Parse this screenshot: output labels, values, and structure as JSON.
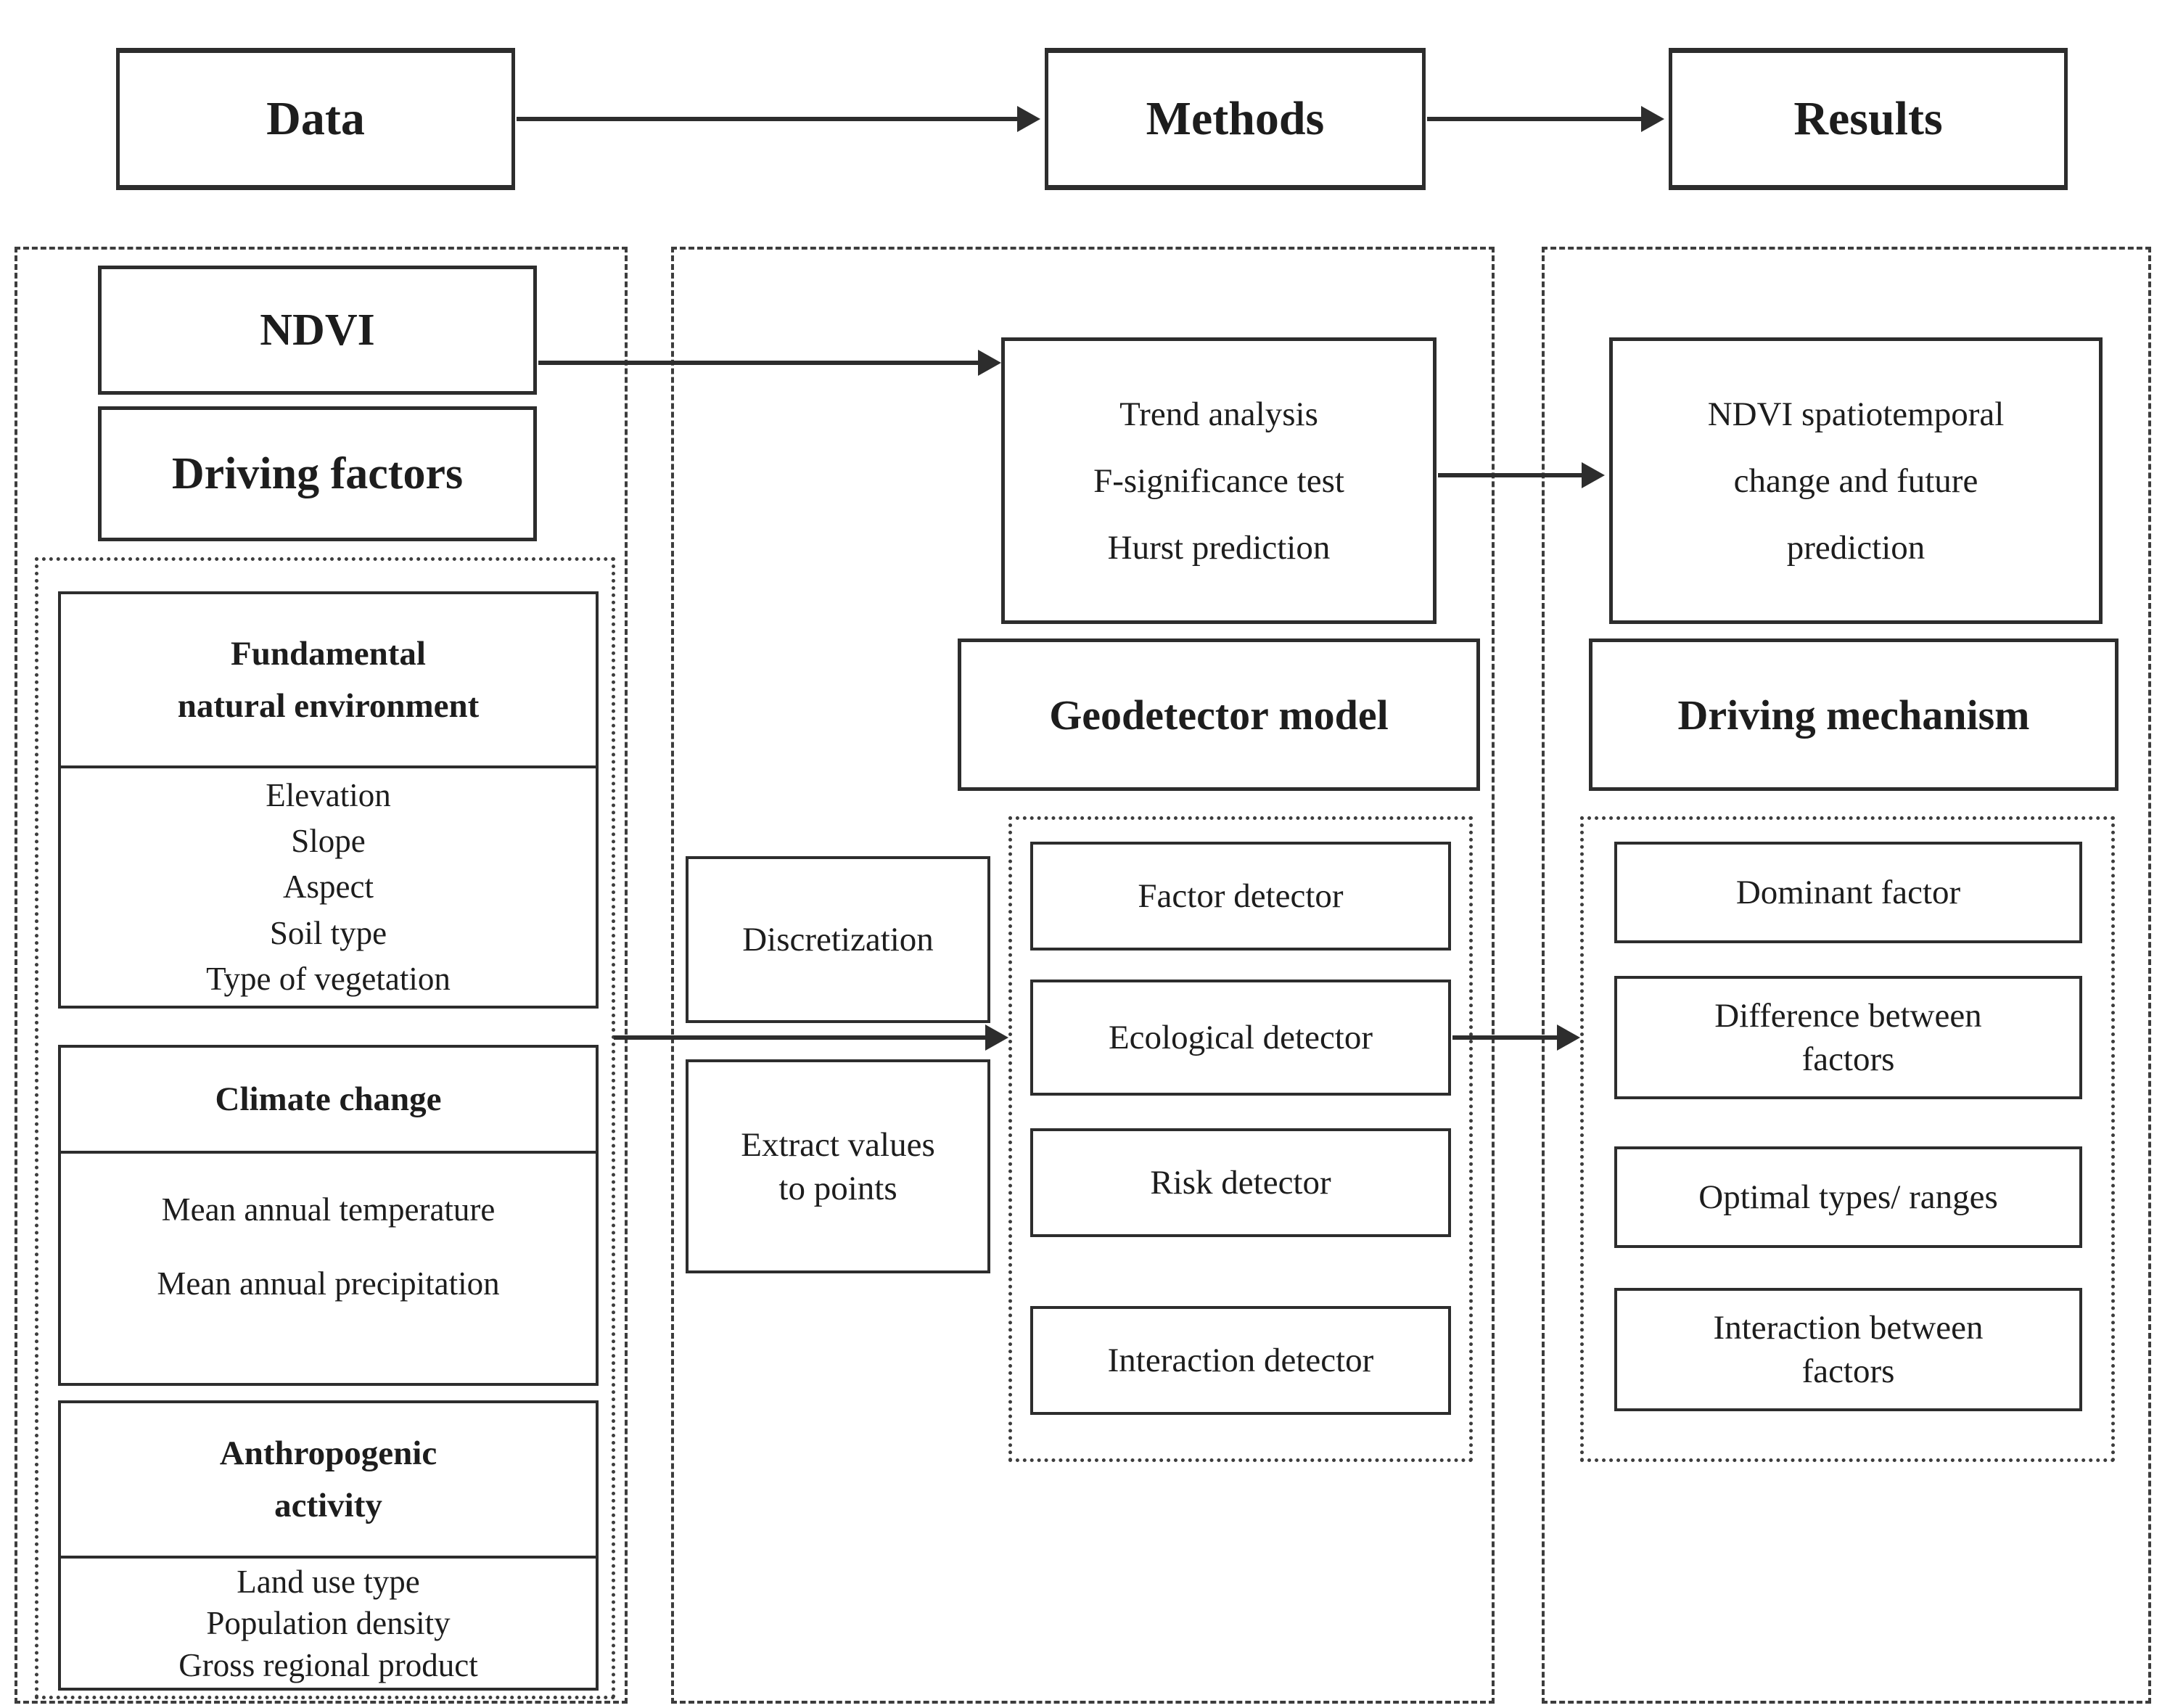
{
  "top_flow": {
    "data_label": "Data",
    "methods_label": "Methods",
    "results_label": "Results"
  },
  "data_column": {
    "ndvi_label": "NDVI",
    "driving_factors_label": "Driving factors",
    "factor_groups": [
      {
        "title_lines": [
          "Fundamental",
          "natural environment"
        ],
        "items": [
          "Elevation",
          "Slope",
          "Aspect",
          "Soil type",
          "Type of vegetation"
        ]
      },
      {
        "title_lines": [
          "Climate change"
        ],
        "items": [
          "Mean annual temperature",
          "Mean annual precipitation"
        ]
      },
      {
        "title_lines": [
          "Anthropogenic",
          "activity"
        ],
        "items": [
          "Land use type",
          "Population density",
          "Gross regional product"
        ]
      }
    ]
  },
  "methods_column": {
    "ndvi_methods_lines": [
      "Trend analysis",
      "F-significance test",
      "Hurst prediction"
    ],
    "geodetector_title": "Geodetector model",
    "discretization_label": "Discretization",
    "extract_lines": [
      "Extract values",
      "to points"
    ],
    "detectors": [
      "Factor detector",
      "Ecological detector",
      "Risk detector",
      "Interaction detector"
    ]
  },
  "results_column": {
    "ndvi_result_lines": [
      "NDVI spatiotemporal",
      "change and future",
      "prediction"
    ],
    "driving_mechanism_title": "Driving mechanism",
    "outcomes": [
      {
        "lines": [
          "Dominant factor"
        ]
      },
      {
        "lines": [
          "Difference between",
          "factors"
        ]
      },
      {
        "lines": [
          "Optimal types/ ranges"
        ]
      },
      {
        "lines": [
          "Interaction between",
          "factors"
        ]
      }
    ]
  }
}
